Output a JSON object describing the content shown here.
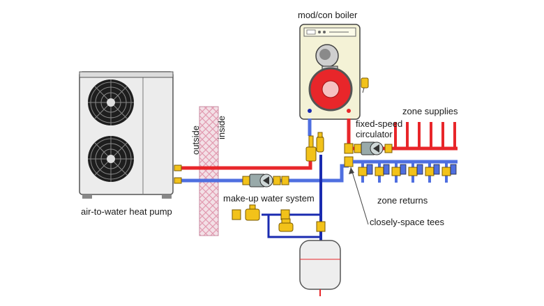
{
  "labels": {
    "boiler": "mod/con boiler",
    "heat_pump": "air-to-water heat pump",
    "outside": "outside",
    "inside": "inside",
    "circulator_line1": "fixed-speed",
    "circulator_line2": "circulator",
    "zone_supplies": "zone supplies",
    "zone_returns": "zone returns",
    "makeup": "make-up water system",
    "tees": "closely-space tees"
  },
  "colors": {
    "supply": "#e8262a",
    "return": "#4f6fe0",
    "makeup": "#1a2bb0",
    "brass": "#f2c21a",
    "boiler_body": "#f4f2d6",
    "burner": "#e8262a"
  }
}
